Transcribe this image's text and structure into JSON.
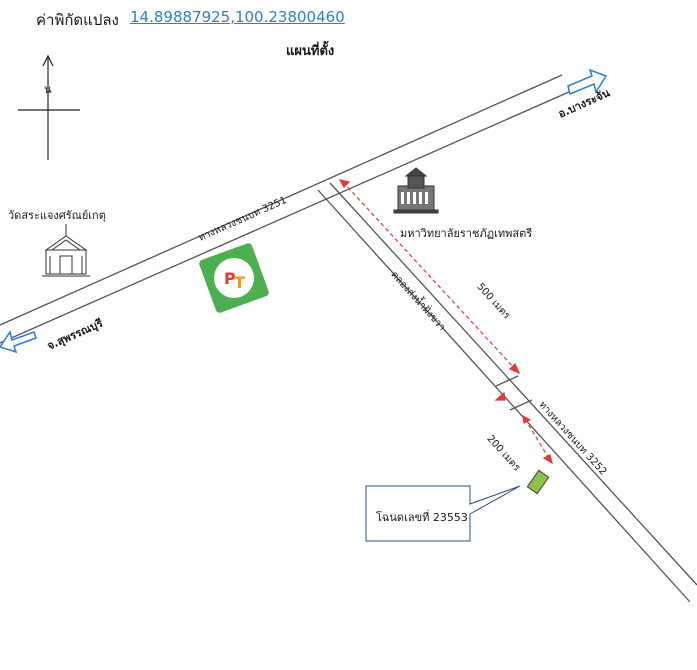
{
  "header": {
    "coord_label": "ค่าพิกัดแปลง",
    "coord_value": "14.89887925,100.23800460",
    "title": "แผนที่ตั้ง"
  },
  "compass": {
    "north": "น"
  },
  "directions": {
    "east": "อ.บางระจัน",
    "west": "จ.สุพรรณบุรี"
  },
  "landmarks": {
    "temple": "วัดสระแจงศรัณย์เกตุ",
    "university": "มหาวิทยาลัยราชภัฏเทพสตรี"
  },
  "roads": {
    "road_3251": "ทางหลวงชนบท 3251",
    "road_3252": "ทางหลวงชนบท 3252",
    "canal": "คลองส่งน้ำฝั่งขวา"
  },
  "distances": {
    "upper": "500 เมตร",
    "lower": "200 เมตร"
  },
  "plot": {
    "deed": "โฉนดเลขที่ 23553"
  },
  "colors": {
    "link": "#2b7fd4",
    "arrow": "#e53935",
    "plot": "#8bc34a",
    "logo_green": "#4caf50"
  }
}
